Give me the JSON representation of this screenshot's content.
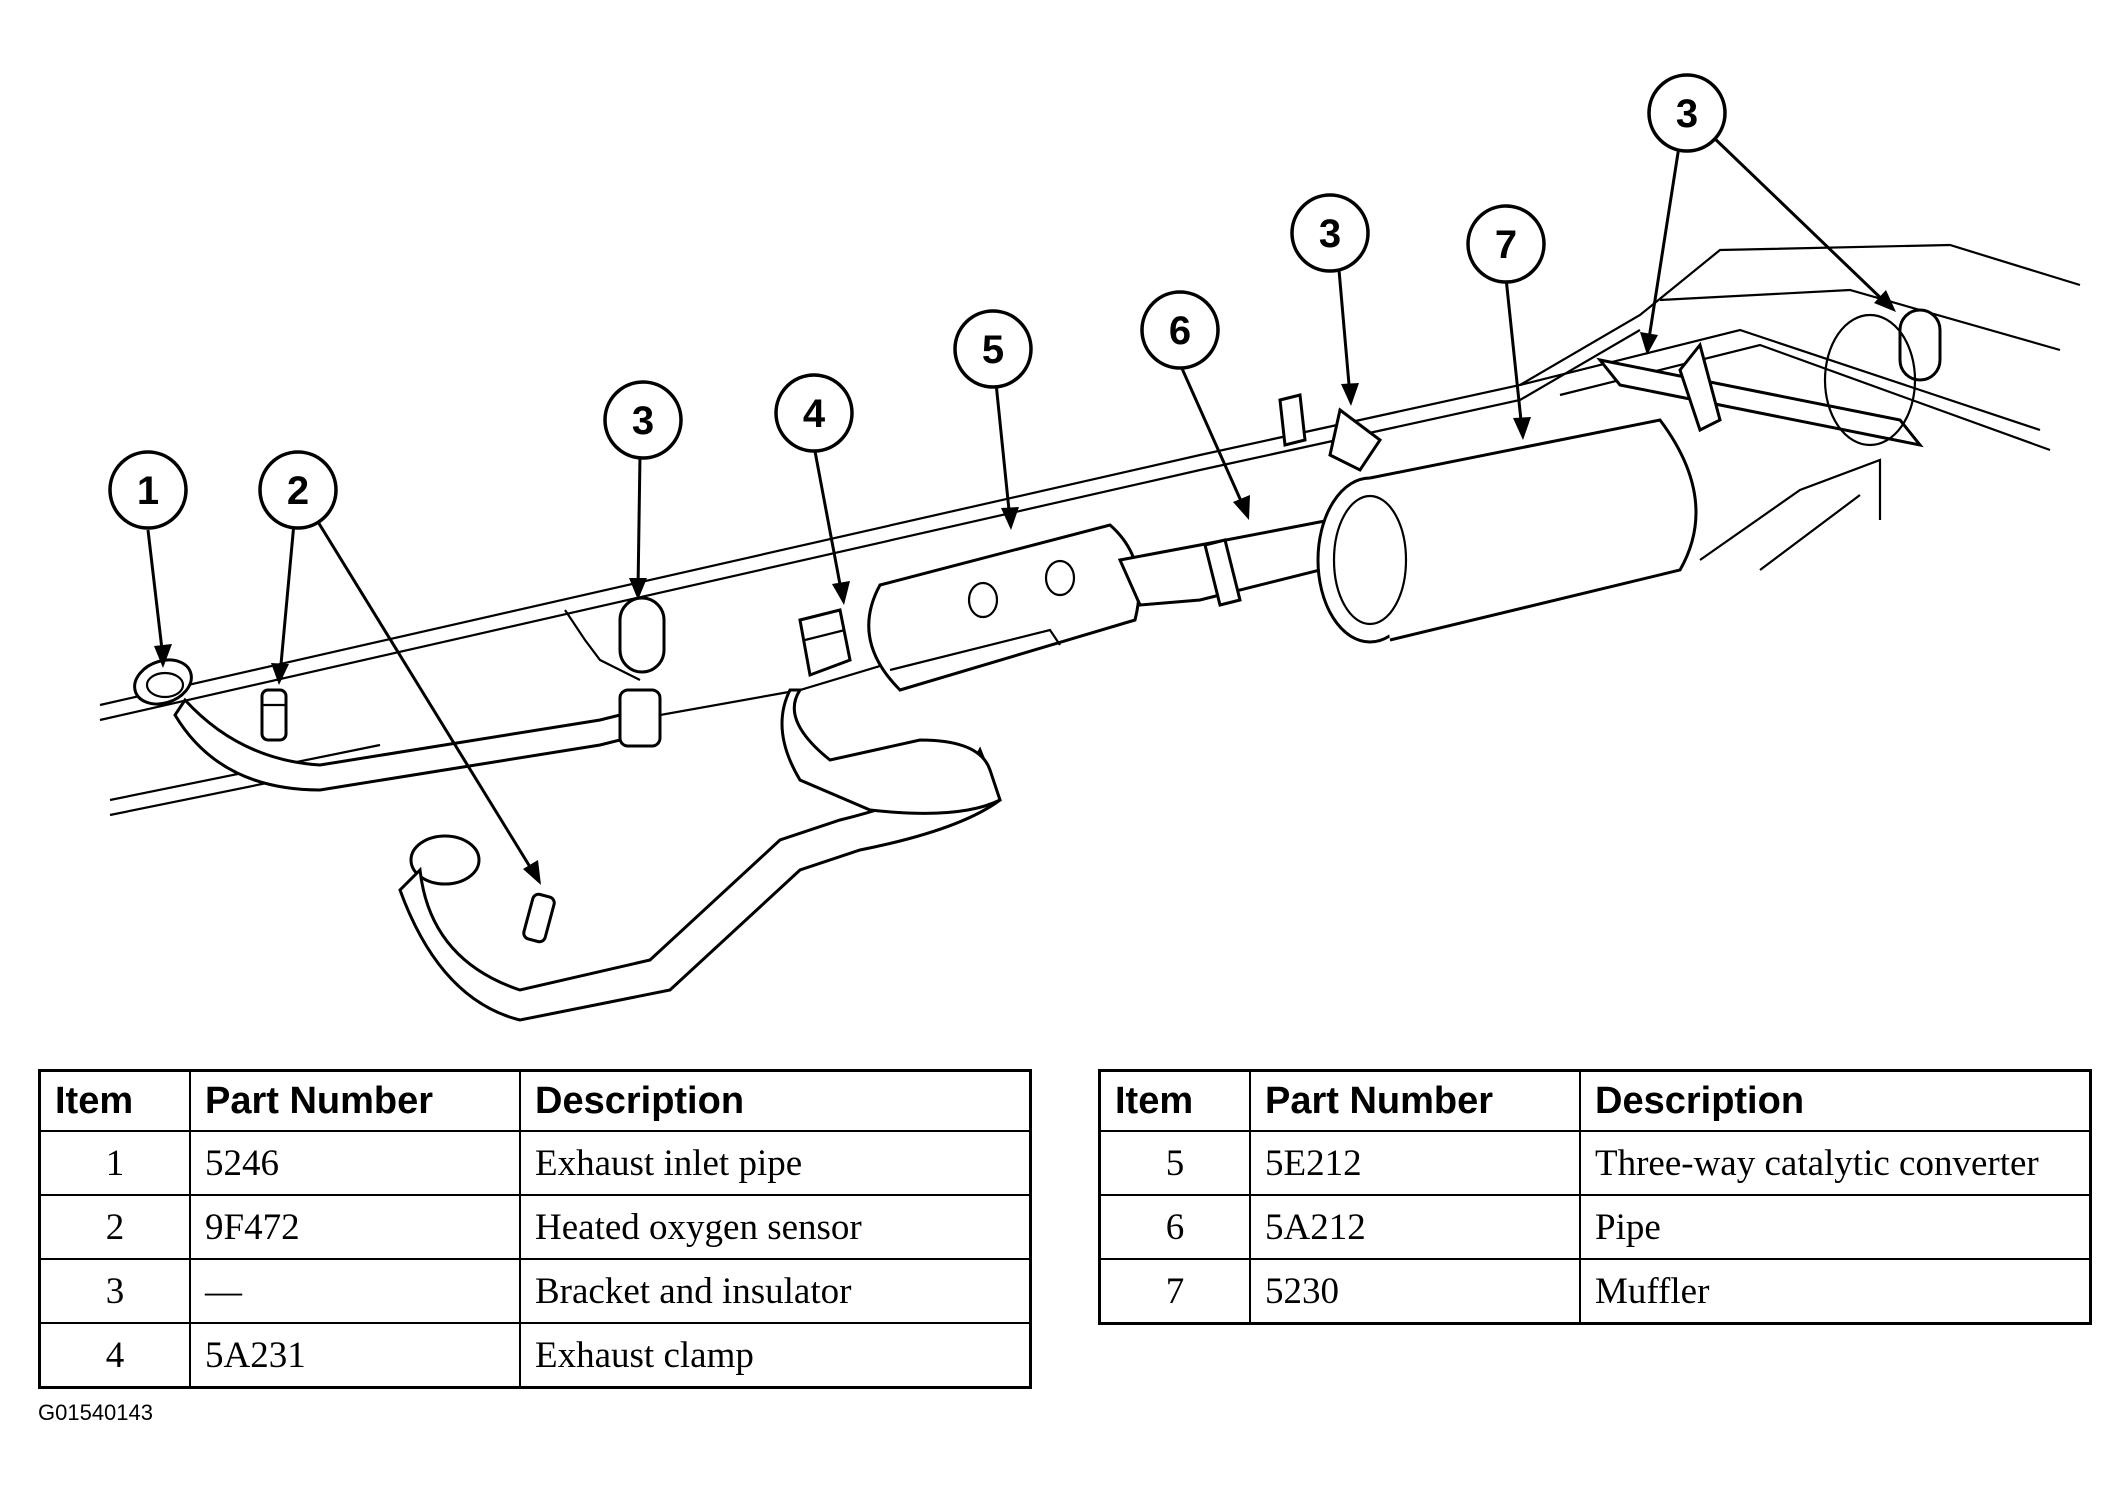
{
  "callouts": [
    {
      "number": "1"
    },
    {
      "number": "2"
    },
    {
      "number": "3"
    },
    {
      "number": "4"
    },
    {
      "number": "5"
    },
    {
      "number": "6"
    },
    {
      "number": "3"
    },
    {
      "number": "7"
    },
    {
      "number": "3"
    }
  ],
  "table_headers": {
    "item": "Item",
    "part_number": "Part Number",
    "description": "Description"
  },
  "parts_left": [
    {
      "item": "1",
      "part_number": "5246",
      "description": "Exhaust inlet pipe"
    },
    {
      "item": "2",
      "part_number": "9F472",
      "description": "Heated oxygen sensor"
    },
    {
      "item": "3",
      "part_number": "—",
      "description": "Bracket and insulator"
    },
    {
      "item": "4",
      "part_number": "5A231",
      "description": "Exhaust clamp"
    }
  ],
  "parts_right": [
    {
      "item": "5",
      "part_number": "5E212",
      "description": "Three-way catalytic converter"
    },
    {
      "item": "6",
      "part_number": "5A212",
      "description": "Pipe"
    },
    {
      "item": "7",
      "part_number": "5230",
      "description": "Muffler"
    }
  ],
  "figure_code": "G01540143"
}
